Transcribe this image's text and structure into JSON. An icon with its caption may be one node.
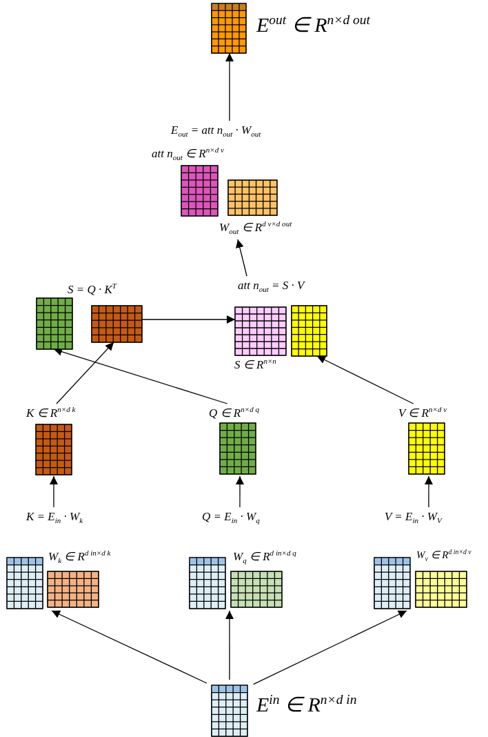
{
  "diagram": {
    "nodes": [
      {
        "text": [
          "E$^{out}$ ∈ R$^{n×d out}$"
        ]
      },
      {
        "text": [],
        "shape": "grid",
        "in": 0
      },
      {
        "text": [
          "E$_{out}$ = att n$_{out}$ · W$_{out}$",
          "att n$_{out}$ ∈ R$^{n×d v}$",
          "W$_{out}$ ∈ R$^{d v×d out}$"
        ]
      },
      {
        "text": [],
        "shape": "grid",
        "in": 2
      },
      {
        "text": [],
        "shape": "grid",
        "in": 2
      },
      {
        "text": [
          "S = Q · K$^{T}$"
        ]
      },
      {
        "text": [],
        "shape": "grid",
        "in": 5
      },
      {
        "text": [],
        "shape": "grid",
        "in": 5
      },
      {
        "text": [
          "att n$_{out}$ = S · V",
          "S ∈ R$^{n×n}$"
        ]
      },
      {
        "text": [],
        "shape": "grid",
        "in": 8
      },
      {
        "text": [],
        "shape": "grid",
        "in": 8
      },
      {
        "text": [
          "K ∈ R$^{n×d k}$"
        ]
      },
      {
        "text": [],
        "shape": "grid",
        "in": 11
      },
      {
        "text": [
          "Q ∈ R$^{n×d q}$"
        ]
      },
      {
        "text": [],
        "shape": "grid",
        "in": 13
      },
      {
        "text": [
          "V ∈ R$^{n×d v}$"
        ]
      },
      {
        "text": [],
        "shape": "grid",
        "in": 15
      },
      {
        "text": [
          "K = E$_{in}$ · W$_{k}$",
          "W$_{k}$ ∈ R$^{d in×d k}$"
        ]
      },
      {
        "text": [],
        "shape": "grid",
        "in": 17
      },
      {
        "text": [],
        "shape": "grid",
        "in": 17
      },
      {
        "text": [
          "Q = E$_{in}$ · W$_{q}$",
          "W$_{q}$ ∈ R$^{d in×d q}$"
        ]
      },
      {
        "text": [],
        "shape": "grid",
        "in": 20
      },
      {
        "text": [],
        "shape": "grid",
        "in": 20
      },
      {
        "text": [
          "V = E$_{in}$ · W$_{V}$",
          "W$_{v}$ ∈ R$^{d in×d v}$"
        ]
      },
      {
        "text": [],
        "shape": "grid",
        "in": 23
      },
      {
        "text": [],
        "shape": "grid",
        "in": 23
      },
      {
        "text": [
          "E$^{in}$ ∈ R$^{n×d in}$"
        ]
      },
      {
        "text": [],
        "shape": "grid",
        "in": 26
      }
    ],
    "edges": [
      {
        "from": 26,
        "to": 17,
        "arrow": "to"
      },
      {
        "from": 26,
        "to": 20,
        "arrow": "to"
      },
      {
        "from": 26,
        "to": 23,
        "arrow": "to"
      },
      {
        "from": 17,
        "to": 11,
        "arrow": "to"
      },
      {
        "from": 20,
        "to": 13,
        "arrow": "to"
      },
      {
        "from": 23,
        "to": 15,
        "arrow": "to"
      },
      {
        "from": 11,
        "to": 7,
        "arrow": "to"
      },
      {
        "from": 13,
        "to": 6,
        "arrow": "to"
      },
      {
        "from": 15,
        "to": 10,
        "arrow": "to"
      },
      {
        "from": 7,
        "to": 9,
        "arrow": "to"
      },
      {
        "from": 8,
        "to": 2,
        "arrow": "to"
      },
      {
        "from": 2,
        "to": 1,
        "arrow": "to"
      }
    ]
  }
}
